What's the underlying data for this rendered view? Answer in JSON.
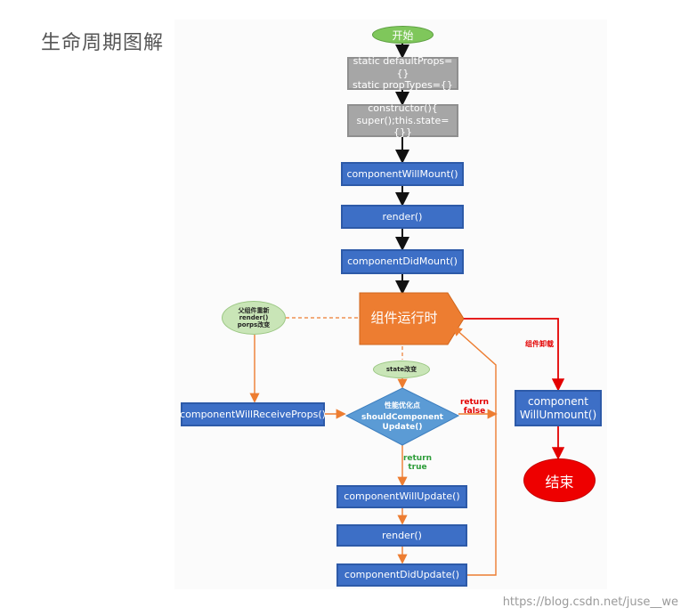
{
  "title": "生命周期图解",
  "nodes": {
    "start": "开始",
    "static_props": "static defaultProps={}\nstatic propTypes={}",
    "constructor": "constructor(){\nsuper();this.state={}}",
    "will_mount": "componentWillMount()",
    "render_1": "render()",
    "did_mount": "componentDidMount()",
    "running": "组件运行时",
    "parent_rerender": "父组件重新\nrender()\nporps改变",
    "state_change": "state改变",
    "will_receive_props": "componentWillReceiveProps()",
    "should_update_title": "性能优化点",
    "should_update": "shouldComponent\nUpdate()",
    "will_update": "componentWillUpdate()",
    "render_2": "render()",
    "did_update": "componentDidUpdate()",
    "will_unmount": "component\nWillUnmount()",
    "end": "结束"
  },
  "edge_labels": {
    "unmount": "组件卸载",
    "return_false": "return\nfalse",
    "return_true": "return\ntrue"
  },
  "watermark": "https://blog.csdn.net/juse__we",
  "colors": {
    "blue": "#3d6fc6",
    "gray": "#a6a6a6",
    "green": "#7fc75b",
    "orange": "#ed7d31",
    "red": "#e30000",
    "diamond": "#5b9bd5"
  }
}
